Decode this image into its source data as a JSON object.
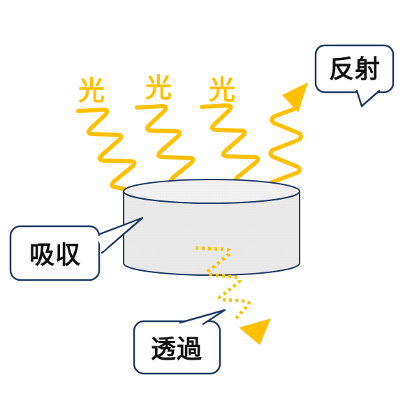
{
  "colors": {
    "accent": "#FFC000",
    "outline": "#1F3864",
    "text": "#111111",
    "cylinderFill": "#E9E9E9",
    "cylinderTop": "#F1F1F1"
  },
  "diagram": {
    "light_labels": [
      "光",
      "光",
      "光"
    ],
    "bubbles": {
      "reflection": "反射",
      "absorption": "吸収",
      "transmission": "透過"
    }
  }
}
